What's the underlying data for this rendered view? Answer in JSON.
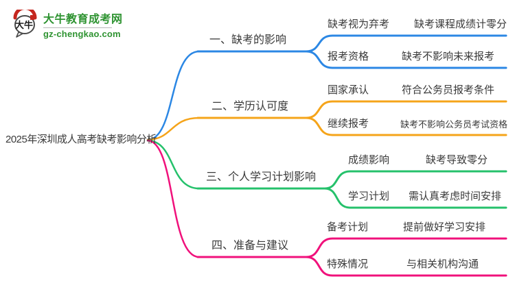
{
  "site": {
    "logo_title": "大牛教育成考网",
    "logo_domain": "gz-chengkao.com",
    "logo_icon_text": "大牛",
    "brand_green": "#2e9331",
    "brand_red": "#c5271f"
  },
  "root": {
    "label": "2025年深圳成人高考缺考影响分析"
  },
  "branches": [
    {
      "label": "一、缺考的影响",
      "color": "#2b87e4",
      "rows": [
        {
          "category": "缺考视为弃考",
          "detail": "缺考课程成绩计零分"
        },
        {
          "category": "报考资格",
          "detail": "缺考不影响未来报考"
        }
      ]
    },
    {
      "label": "二、学历认可度",
      "color": "#f5a41a",
      "rows": [
        {
          "category": "国家承认",
          "detail": "符合公务员报考条件"
        },
        {
          "category": "继续报考",
          "detail": "缺考不影响公务员考试资格"
        }
      ]
    },
    {
      "label": "三、个人学习计划影响",
      "color": "#25c16b",
      "rows": [
        {
          "category": "成绩影响",
          "detail": "缺考导致零分"
        },
        {
          "category": "学习计划",
          "detail": "需认真考虑时间安排"
        }
      ]
    },
    {
      "label": "四、准备与建议",
      "color": "#f0117b",
      "rows": [
        {
          "category": "备考计划",
          "detail": "提前做好学习安排"
        },
        {
          "category": "特殊情况",
          "detail": "与相关机构沟通"
        }
      ]
    }
  ]
}
